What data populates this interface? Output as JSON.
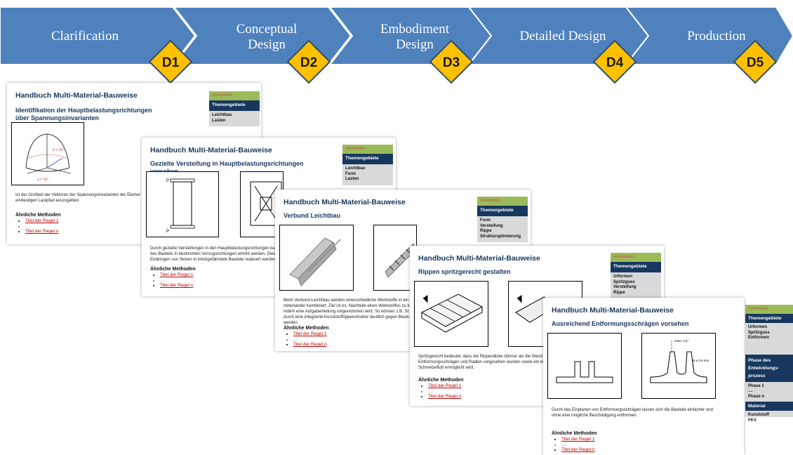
{
  "process": {
    "phases": [
      {
        "label": [
          "Clarification"
        ],
        "gate": "D1"
      },
      {
        "label": [
          "Conceptual",
          "Design"
        ],
        "gate": "D2"
      },
      {
        "label": [
          "Embodiment",
          "Design"
        ],
        "gate": "D3"
      },
      {
        "label": [
          "Detailed Design"
        ],
        "gate": "D4"
      },
      {
        "label": [
          "Production"
        ],
        "gate": "D5"
      }
    ],
    "colors": {
      "arrow": "#4f81bd",
      "gate": "#ffc000",
      "gate_border": "#2f4f6f"
    }
  },
  "common": {
    "handbook_title": "Handbuch Multi-Material-Bauweise",
    "methods_label": "Ähnliche Methoden",
    "link_first": "Titel der Regel 1",
    "link_dots": "....",
    "link_last": "Titel der Regel n",
    "login": "Abmelden",
    "topics_label": "Themengebiete"
  },
  "cards": [
    {
      "subtitle": "Identifikation der Hauptbelastungsrichtungen über Spannungsinvarianten",
      "description": "Ist der Großteil der Vektoren der Spannungsinvarianten der Elemer einem eindeutigen Lastpfad auszugeben.",
      "topics": [
        "Leichtbau",
        "Lasten"
      ],
      "fig_labels": {
        "a": "β = 10°",
        "b": "α = 10°"
      }
    },
    {
      "subtitle": "Gezielte Versteifung in Hauptbelastungsrichtungen vorsehen",
      "description": "Durch gezielte Versteifungen in den Hauptbelastungsrichtungen kar des Bauteils in bestimmten Vorzugsrichtungen erhöht werden. Dies Einbringen von Sicken in knickgefährdete Bauteile realisiert werden",
      "topics": [
        "Leichtbau",
        "Form",
        "Lasten"
      ],
      "fig_labels": {
        "p": "P"
      }
    },
    {
      "subtitle": "Verbund Leichtbau",
      "description": "Beim Verbund-Leichtbau werden unterschiedliche Werkstoffe in ein miteinander kombiniert. Ziel ist es, Nachteile eines Werkstoffes zu k indem eine Aufgabenteilung vorgenommen wird. So können z.B. St durch eine integrierte Kunststoffrippenstruktur deutlich gegen Beule werden.",
      "topics": [
        "Form",
        "Versteifung",
        "Rippe",
        "Strukturoptimierung"
      ]
    },
    {
      "subtitle": "Rippen spritzgerecht gestalten",
      "description": "Spritzgerecht bedeutet, dass die Rippendicke dünner als die Wand Entformungsschrägen und Radien vorgesehen wurden sowie ein le Schmelzefluß ermöglicht wird.",
      "topics": [
        "Urformen",
        "Spritzguss",
        "Versteifung",
        "Rippe"
      ]
    },
    {
      "subtitle": "Ausreichend Entformungsschrägen vorsehen",
      "description": "Durch das Einplanen von Entformungsschrägen lassen sich die Bauteile einfacher und ohne eine mögliche Beschädigung entformen.",
      "fig_labels": {
        "a": "min0, 0.5°",
        "b": "R ≥ 0.5 mm"
      }
    }
  ],
  "final_panel": {
    "login": "Abmelden",
    "topics_label": "Themengebiete",
    "topics": [
      "Urformen",
      "Spritzguss",
      "Entformen"
    ],
    "phase_label": "Phase des Entwicklungs-prozess",
    "phases": [
      "Phase 1",
      "....",
      "Phase n"
    ],
    "material_label": "Material",
    "materials": [
      "Kunststoff",
      "FKV"
    ]
  }
}
